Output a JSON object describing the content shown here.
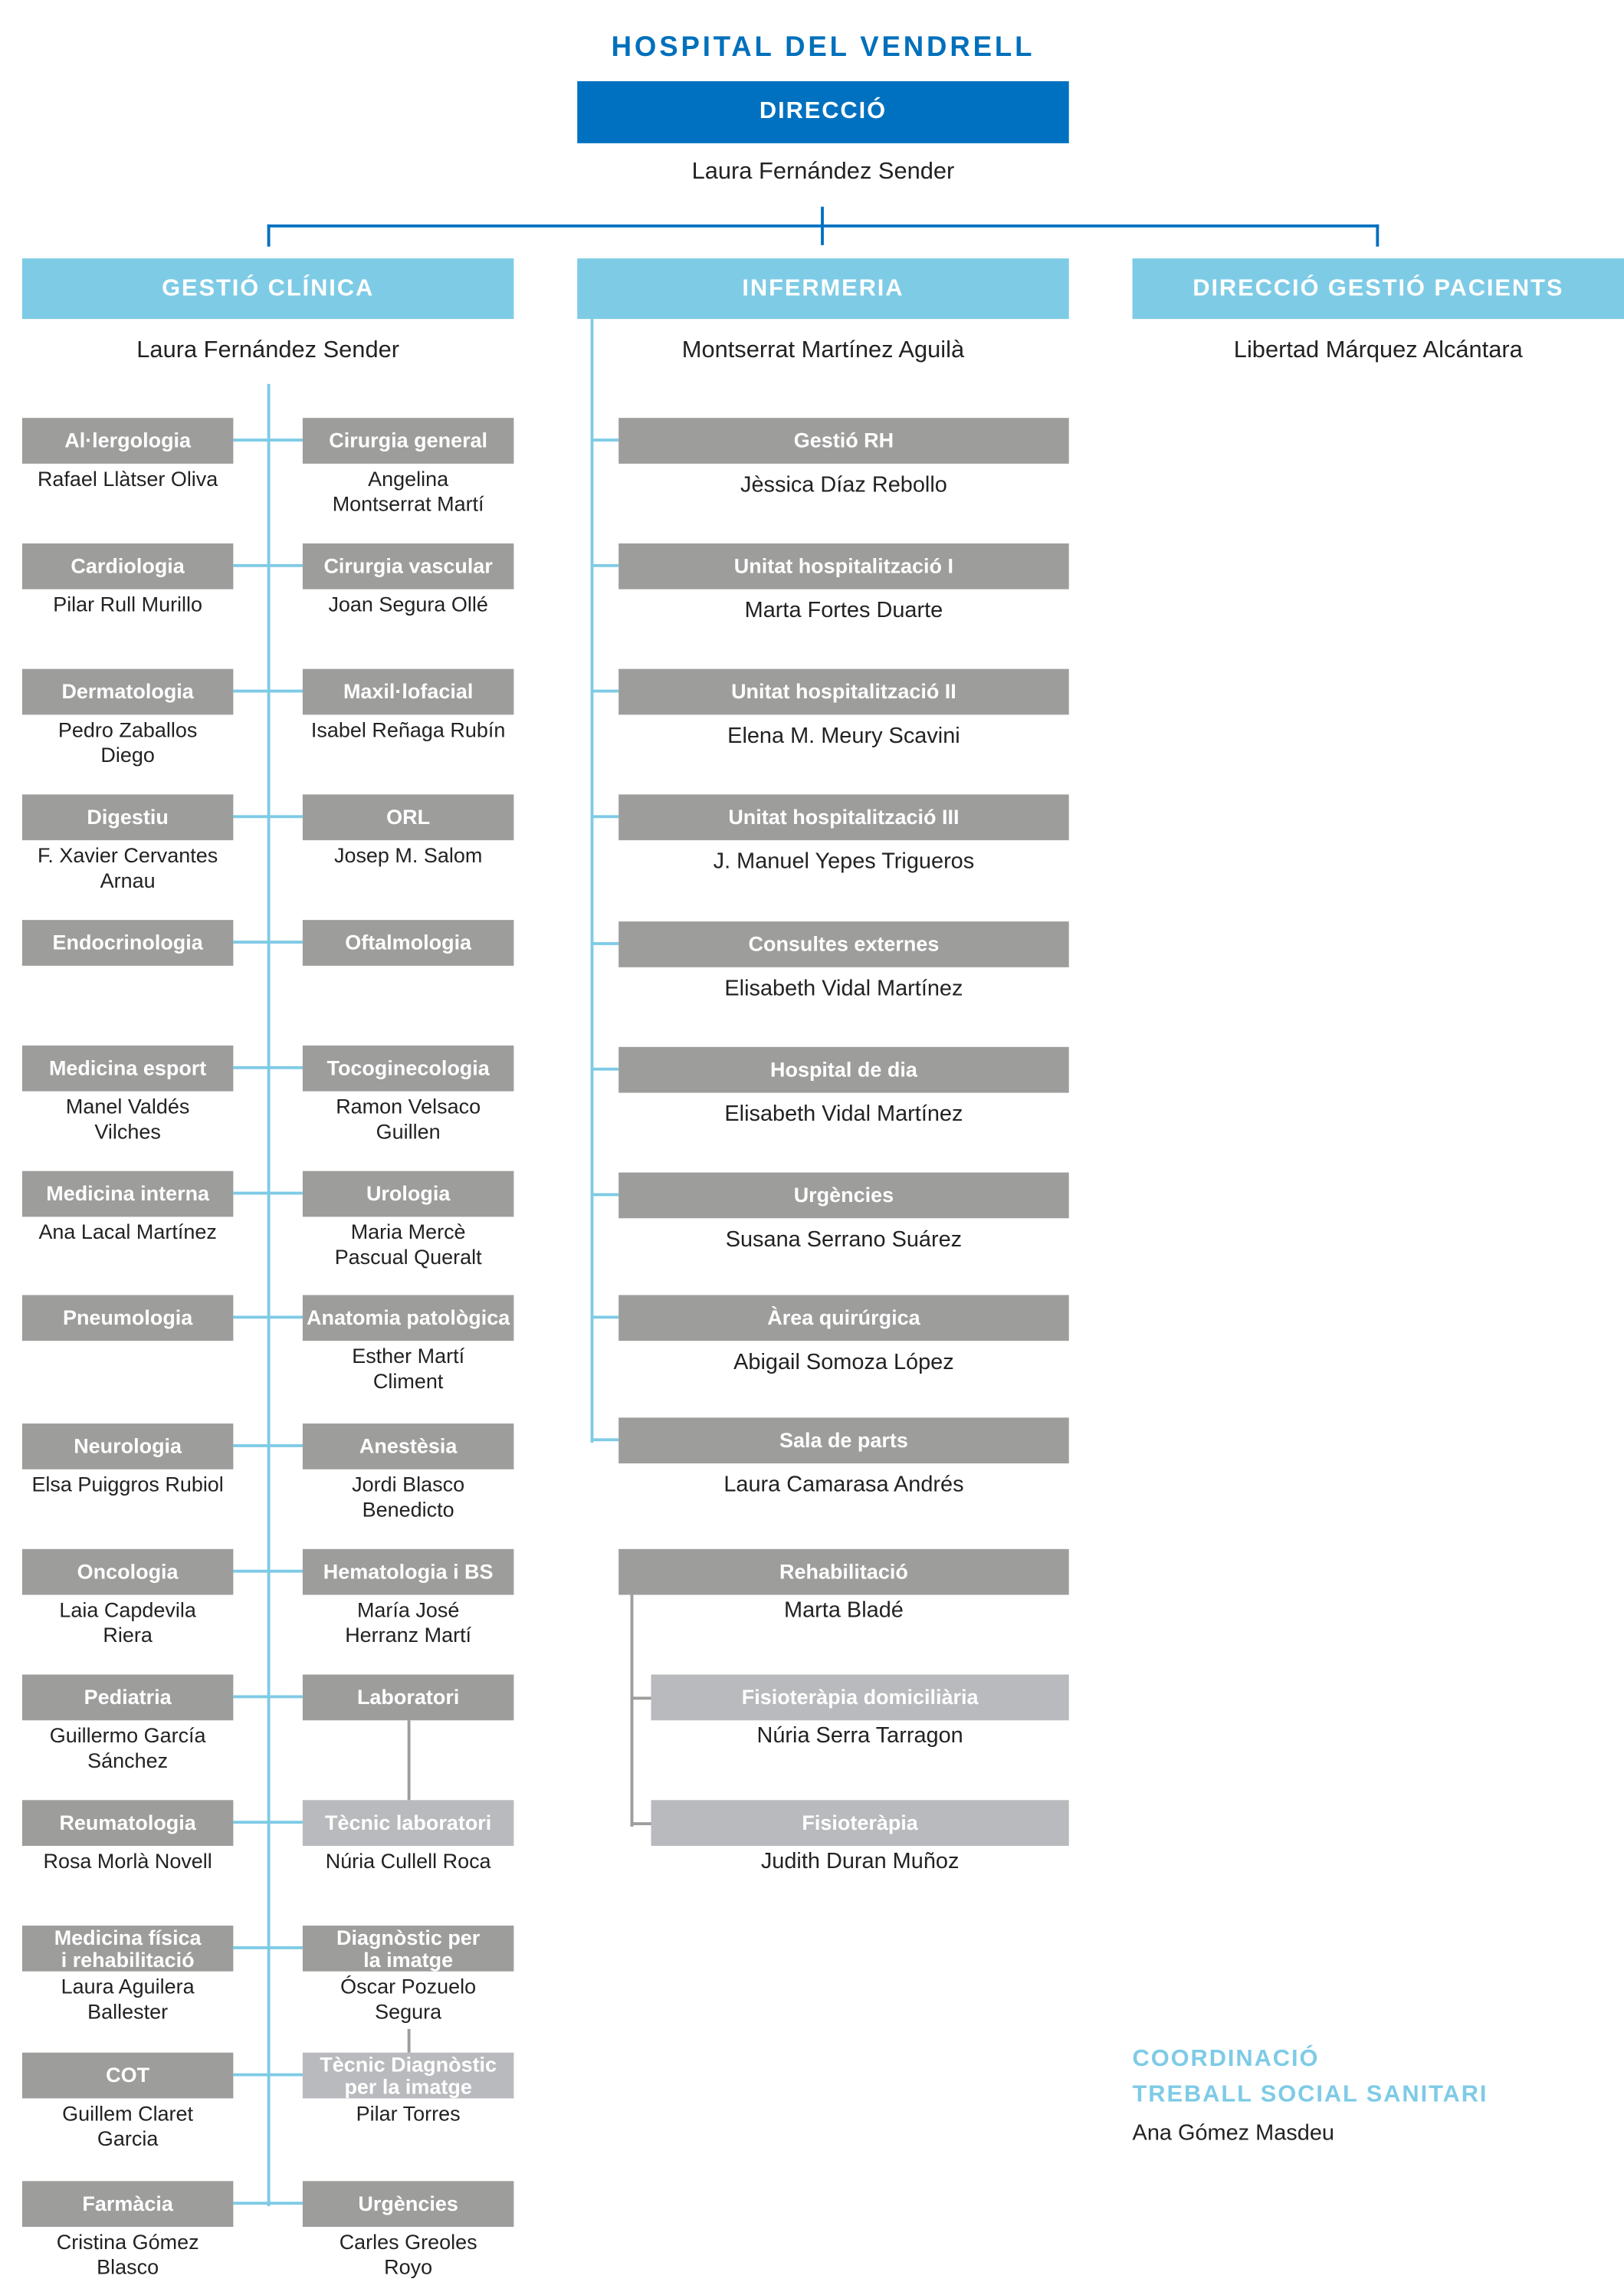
{
  "header": {
    "title": "HOSPITAL DEL VENDRELL",
    "direction_label": "DIRECCIÓ",
    "director": "Laura Fernández Sender"
  },
  "divisions": [
    {
      "label": "GESTIÓ CLÍNICA",
      "head": "Laura Fernández Sender"
    },
    {
      "label": "INFERMERIA",
      "head": "Montserrat Martínez Aguilà"
    },
    {
      "label": "DIRECCIÓ GESTIÓ PACIENTS",
      "head": "Libertad Márquez Alcántara"
    }
  ],
  "clinical_left": [
    {
      "label": "Al·lergologia",
      "name": "Rafael Llàtser Oliva"
    },
    {
      "label": "Cardiologia",
      "name": "Pilar Rull Murillo"
    },
    {
      "label": "Dermatologia",
      "name": "Pedro Zaballos\nDiego"
    },
    {
      "label": "Digestiu",
      "name": "F. Xavier Cervantes\nArnau"
    },
    {
      "label": "Endocrinologia",
      "name": ""
    },
    {
      "label": "Medicina esport",
      "name": "Manel Valdés\nVilches"
    },
    {
      "label": "Medicina interna",
      "name": "Ana Lacal Martínez"
    },
    {
      "label": "Pneumologia",
      "name": ""
    },
    {
      "label": "Neurologia",
      "name": "Elsa Puiggros Rubiol"
    },
    {
      "label": "Oncologia",
      "name": "Laia Capdevila\nRiera"
    },
    {
      "label": "Pediatria",
      "name": "Guillermo García\nSánchez"
    },
    {
      "label": "Reumatologia",
      "name": "Rosa Morlà Novell"
    },
    {
      "label": "Medicina física\ni rehabilitació",
      "name": "Laura Aguilera\nBallester"
    },
    {
      "label": "COT",
      "name": "Guillem Claret\nGarcia"
    },
    {
      "label": "Farmàcia",
      "name": "Cristina Gómez\nBlasco"
    }
  ],
  "clinical_right": [
    {
      "label": "Cirurgia general",
      "name": "Angelina\nMontserrat Martí"
    },
    {
      "label": "Cirurgia vascular",
      "name": "Joan Segura Ollé"
    },
    {
      "label": "Maxil·lofacial",
      "name": "Isabel Reñaga Rubín"
    },
    {
      "label": "ORL",
      "name": "Josep M. Salom"
    },
    {
      "label": "Oftalmologia",
      "name": ""
    },
    {
      "label": "Tocoginecologia",
      "name": "Ramon Velsaco\nGuillen"
    },
    {
      "label": "Urologia",
      "name": "Maria Mercè\nPascual Queralt"
    },
    {
      "label": "Anatomia patològica",
      "name": "Esther Martí\nCliment"
    },
    {
      "label": "Anestèsia",
      "name": "Jordi Blasco\nBenedicto"
    },
    {
      "label": "Hematologia i BS",
      "name": "María José\nHerranz Martí"
    },
    {
      "label": "Laboratori",
      "name": ""
    },
    {
      "label": "Tècnic laboratori",
      "name": "Núria Cullell Roca",
      "sub": true
    },
    {
      "label": "Diagnòstic per\nla imatge",
      "name": "Óscar Pozuelo\nSegura"
    },
    {
      "label": "Tècnic Diagnòstic\nper la imatge",
      "name": "Pilar Torres",
      "sub": true
    },
    {
      "label": "Urgències",
      "name": "Carles Greoles\nRoyo"
    }
  ],
  "nursing": [
    {
      "label": "Gestió RH",
      "name": "Jèssica Díaz Rebollo"
    },
    {
      "label": "Unitat hospitalització I",
      "name": "Marta Fortes Duarte"
    },
    {
      "label": "Unitat  hospitalització II",
      "name": "Elena M. Meury Scavini"
    },
    {
      "label": "Unitat hospitalització III",
      "name": "J. Manuel Yepes Trigueros"
    },
    {
      "label": "Consultes externes",
      "name": "Elisabeth Vidal Martínez"
    },
    {
      "label": "Hospital de dia",
      "name": "Elisabeth Vidal Martínez"
    },
    {
      "label": "Urgències",
      "name": "Susana Serrano Suárez"
    },
    {
      "label": "Àrea quirúrgica",
      "name": "Abigail Somoza López"
    },
    {
      "label": "Sala de parts",
      "name": "Laura Camarasa Andrés"
    }
  ],
  "rehab": {
    "label": "Rehabilitació",
    "name": "Marta Bladé",
    "children": [
      {
        "label": "Fisioteràpia domiciliària",
        "name": "Núria Serra Tarragon"
      },
      {
        "label": "Fisioteràpia",
        "name": "Judith Duran Muñoz"
      }
    ]
  },
  "coordination": {
    "line1": "COORDINACIÓ",
    "line2": "TREBALL SOCIAL SANITARI",
    "name": "Ana Gómez Masdeu"
  },
  "colors": {
    "primary": "#0070c0",
    "light_blue": "#7ecbe6",
    "gray": "#9d9d9c",
    "light_gray": "#b9babd"
  }
}
